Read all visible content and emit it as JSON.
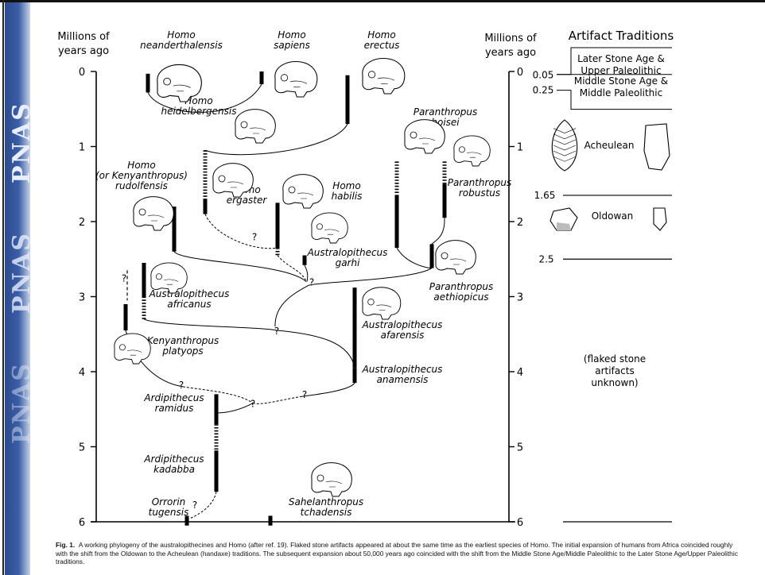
{
  "sidebar": {
    "logo_text": "PNAS",
    "repeats": 3
  },
  "axes": {
    "left_title": [
      "Millions of",
      "years ago"
    ],
    "right_title": [
      "Millions of",
      "years ago"
    ],
    "ticks": [
      "0",
      "1",
      "2",
      "3",
      "4",
      "5",
      "6"
    ]
  },
  "species": [
    {
      "id": "neanderthalensis",
      "lines": [
        "Homo",
        "neanderthalensis"
      ]
    },
    {
      "id": "sapiens",
      "lines": [
        "Homo",
        "sapiens"
      ]
    },
    {
      "id": "erectus",
      "lines": [
        "Homo",
        "erectus"
      ]
    },
    {
      "id": "heidelbergensis",
      "lines": [
        "Homo",
        "heidelbergensis"
      ]
    },
    {
      "id": "rudolfensis",
      "lines": [
        "Homo",
        "(or Kenyanthropus)",
        "rudolfensis"
      ]
    },
    {
      "id": "ergaster",
      "lines": [
        "Homo",
        "ergaster"
      ]
    },
    {
      "id": "habilis",
      "lines": [
        "Homo",
        "habilis"
      ]
    },
    {
      "id": "boisei",
      "lines": [
        "Paranthropus",
        "boisei"
      ]
    },
    {
      "id": "robustus",
      "lines": [
        "Paranthropus",
        "robustus"
      ]
    },
    {
      "id": "garhi",
      "lines": [
        "Australopithecus",
        "garhi"
      ]
    },
    {
      "id": "aethiopicus",
      "lines": [
        "Paranthropus",
        "aethiopicus"
      ]
    },
    {
      "id": "africanus",
      "lines": [
        "Australopithecus",
        "africanus"
      ]
    },
    {
      "id": "afarensis",
      "lines": [
        "Australopithecus",
        "afarensis"
      ]
    },
    {
      "id": "platyops",
      "lines": [
        "Kenyanthropus",
        "platyops"
      ]
    },
    {
      "id": "anamensis",
      "lines": [
        "Australopithecus",
        "anamensis"
      ]
    },
    {
      "id": "ramidus",
      "lines": [
        "Ardipithecus",
        "ramidus"
      ]
    },
    {
      "id": "kadabba",
      "lines": [
        "Ardipithecus",
        "kadabba"
      ]
    },
    {
      "id": "tugensis",
      "lines": [
        "Orrorin",
        "tugensis"
      ]
    },
    {
      "id": "tchadensis",
      "lines": [
        "Sahelanthropus",
        "tchadensis"
      ]
    }
  ],
  "question_mark": "?",
  "artifacts": {
    "title": "Artifact Traditions",
    "traditions": [
      {
        "id": "lsa",
        "lines": [
          "Later Stone Age &",
          "Upper Paleolithic"
        ]
      },
      {
        "id": "msa",
        "lines": [
          "Middle Stone Age &",
          "Middle Paleolithic"
        ]
      },
      {
        "id": "acheulean",
        "lines": [
          "Acheulean"
        ]
      },
      {
        "id": "oldowan",
        "lines": [
          "Oldowan"
        ]
      },
      {
        "id": "unknown",
        "lines": [
          "(flaked stone",
          "artifacts",
          "unknown)"
        ]
      }
    ],
    "boundaries": [
      "0.05",
      "0.25",
      "1.65",
      "2.5"
    ]
  },
  "caption": {
    "label": "Fig. 1.",
    "text": "A working phylogeny of the australopithecines and Homo (after ref. 19). Flaked stone artifacts appeared at about the same time as the earliest species of Homo. The initial expansion of humans from Africa coincided roughly with the shift from the Oldowan to the Acheulean (handaxe) traditions. The subsequent expansion about 50,000 years ago coincided with the shift from the Middle Stone Age/Middle Paleolithic to the Later Stone Age/Upper Paleolithic traditions."
  }
}
